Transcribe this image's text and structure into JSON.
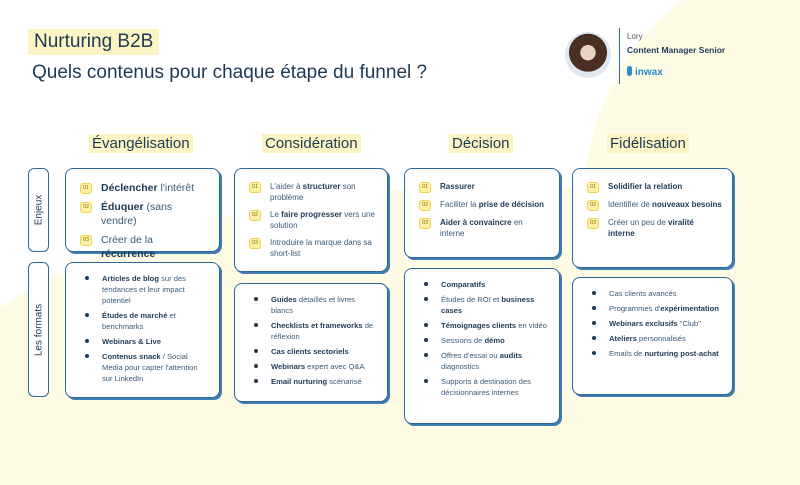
{
  "header": {
    "title": "Nurturing B2B",
    "subtitle": "Quels contenus pour chaque étape du funnel ?"
  },
  "profile": {
    "name": "Lory",
    "role": "Content Manager Senior",
    "logo": "inwax"
  },
  "row_labels": {
    "enjeux": "Enjeux",
    "formats": "Les formats"
  },
  "stages": [
    {
      "name": "Évangélisation",
      "enjeux": [
        {
          "num": "01",
          "segs": [
            {
              "t": "Déclencher",
              "b": true
            },
            {
              "t": " l'intérêt",
              "b": false
            }
          ]
        },
        {
          "num": "02",
          "segs": [
            {
              "t": "Éduquer",
              "b": true
            },
            {
              "t": " (sans vendre)",
              "b": false
            }
          ]
        },
        {
          "num": "03",
          "segs": [
            {
              "t": "Créer de la ",
              "b": false
            },
            {
              "t": "récurrence",
              "b": true
            }
          ]
        }
      ],
      "formats": [
        [
          {
            "t": "Articles de blog",
            "b": true
          },
          {
            "t": " sur des tendances et leur impact potentiel",
            "b": false
          }
        ],
        [
          {
            "t": "Études de marché",
            "b": true
          },
          {
            "t": " et benchmarks",
            "b": false
          }
        ],
        [
          {
            "t": "Webinars & Live",
            "b": true
          }
        ],
        [
          {
            "t": "Contenus snack",
            "b": true
          },
          {
            "t": " / Social Media pour capter l'attention sur LinkedIn",
            "b": false
          }
        ]
      ]
    },
    {
      "name": "Considération",
      "enjeux": [
        {
          "num": "01",
          "segs": [
            {
              "t": "L'aider à ",
              "b": false
            },
            {
              "t": "structurer",
              "b": true
            },
            {
              "t": " son problème",
              "b": false
            }
          ]
        },
        {
          "num": "02",
          "segs": [
            {
              "t": "Le ",
              "b": false
            },
            {
              "t": "faire progresser",
              "b": true
            },
            {
              "t": " vers une solution",
              "b": false
            }
          ]
        },
        {
          "num": "03",
          "segs": [
            {
              "t": "Introduire la marque dans sa short-list",
              "b": false
            }
          ]
        }
      ],
      "formats": [
        [
          {
            "t": "Guides",
            "b": true
          },
          {
            "t": " détaillés et livres blancs",
            "b": false
          }
        ],
        [
          {
            "t": "Checklists et frameworks",
            "b": true
          },
          {
            "t": " de réflexion",
            "b": false
          }
        ],
        [
          {
            "t": "Cas clients sectoriels",
            "b": true
          }
        ],
        [
          {
            "t": "Webinars",
            "b": true
          },
          {
            "t": " expert avec Q&A",
            "b": false
          }
        ],
        [
          {
            "t": "Email nurturing",
            "b": true
          },
          {
            "t": " scénarisé",
            "b": false
          }
        ]
      ]
    },
    {
      "name": "Décision",
      "enjeux": [
        {
          "num": "01",
          "segs": [
            {
              "t": "Rassurer",
              "b": true
            }
          ]
        },
        {
          "num": "02",
          "segs": [
            {
              "t": "Faciliter la ",
              "b": false
            },
            {
              "t": "prise de décision",
              "b": true
            }
          ]
        },
        {
          "num": "03",
          "segs": [
            {
              "t": "Aider à convaincre",
              "b": true
            },
            {
              "t": " en interne",
              "b": false
            }
          ]
        }
      ],
      "formats": [
        [
          {
            "t": "Comparatifs",
            "b": true
          }
        ],
        [
          {
            "t": "Études de ROI et ",
            "b": false
          },
          {
            "t": "business cases",
            "b": true
          }
        ],
        [
          {
            "t": "Témoignages clients",
            "b": true
          },
          {
            "t": " en vidéo",
            "b": false
          }
        ],
        [
          {
            "t": "Sessions de ",
            "b": false
          },
          {
            "t": "démo",
            "b": true
          }
        ],
        [
          {
            "t": "Offres d'essai ou ",
            "b": false
          },
          {
            "t": "audits",
            "b": true
          },
          {
            "t": " diagnostics",
            "b": false
          }
        ],
        [
          {
            "t": "Supports à destination des décisionnaires internes",
            "b": false
          }
        ]
      ]
    },
    {
      "name": "Fidélisation",
      "enjeux": [
        {
          "num": "01",
          "segs": [
            {
              "t": "Solidifier la relation",
              "b": true
            }
          ]
        },
        {
          "num": "02",
          "segs": [
            {
              "t": "Identifier de ",
              "b": false
            },
            {
              "t": "nouveaux besoins",
              "b": true
            }
          ]
        },
        {
          "num": "03",
          "segs": [
            {
              "t": "Créer un peu de ",
              "b": false
            },
            {
              "t": "viralité interne",
              "b": true
            }
          ]
        }
      ],
      "formats": [
        [
          {
            "t": "Cas clients avancés",
            "b": false
          }
        ],
        [
          {
            "t": "Programmes d'",
            "b": false
          },
          {
            "t": "expérimentation",
            "b": true
          }
        ],
        [
          {
            "t": "Webinars exclusifs",
            "b": true
          },
          {
            "t": " \"Club\"",
            "b": false
          }
        ],
        [
          {
            "t": "Ateliers",
            "b": true
          },
          {
            "t": " personnalisés",
            "b": false
          }
        ],
        [
          {
            "t": "Emails de ",
            "b": false
          },
          {
            "t": "nurturing post-achat",
            "b": true
          }
        ]
      ]
    }
  ]
}
